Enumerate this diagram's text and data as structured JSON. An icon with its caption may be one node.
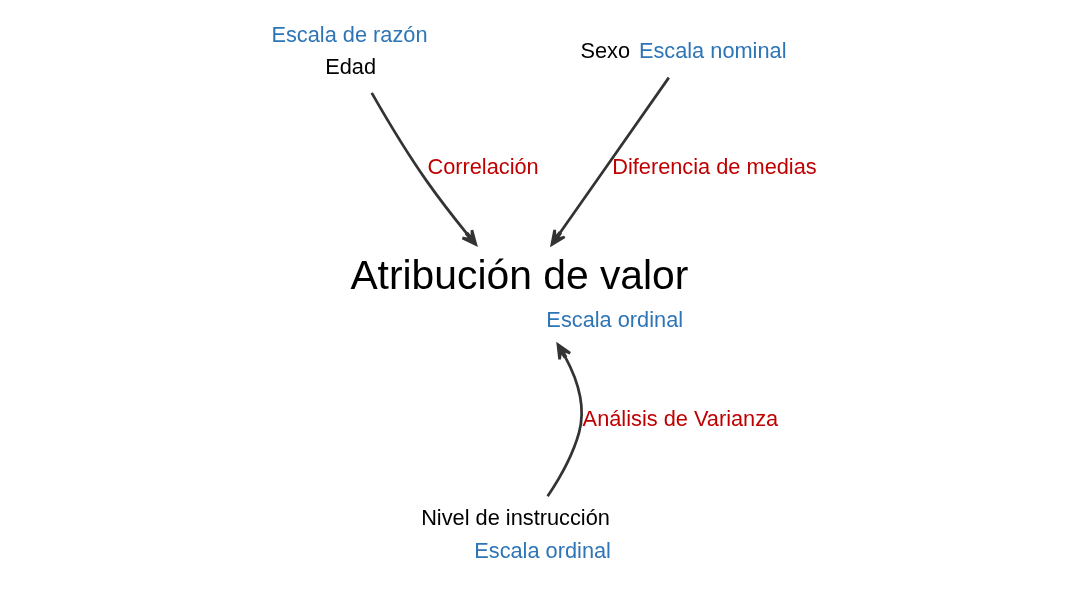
{
  "diagram": {
    "nodes": [
      {
        "text": [
          "Edad"
        ],
        "beside": [
          "Escala de razón"
        ]
      },
      {
        "text": [
          "Sexo"
        ],
        "beside": [
          "Escala nominal"
        ]
      },
      {
        "text": [
          "Atribución de valor"
        ],
        "beside": [
          "Escala ordinal"
        ]
      },
      {
        "text": [
          "Nivel de instrucción"
        ],
        "beside": [
          "Escala ordinal"
        ]
      }
    ],
    "edges": [
      {
        "from": 0,
        "to": 2,
        "arrow": "to",
        "label": "Correlación"
      },
      {
        "from": 1,
        "to": 2,
        "arrow": "to",
        "label": "Diferencia de medias"
      },
      {
        "from": 3,
        "to": 2,
        "arrow": "to",
        "label": "Análisis de Varianza"
      }
    ]
  }
}
